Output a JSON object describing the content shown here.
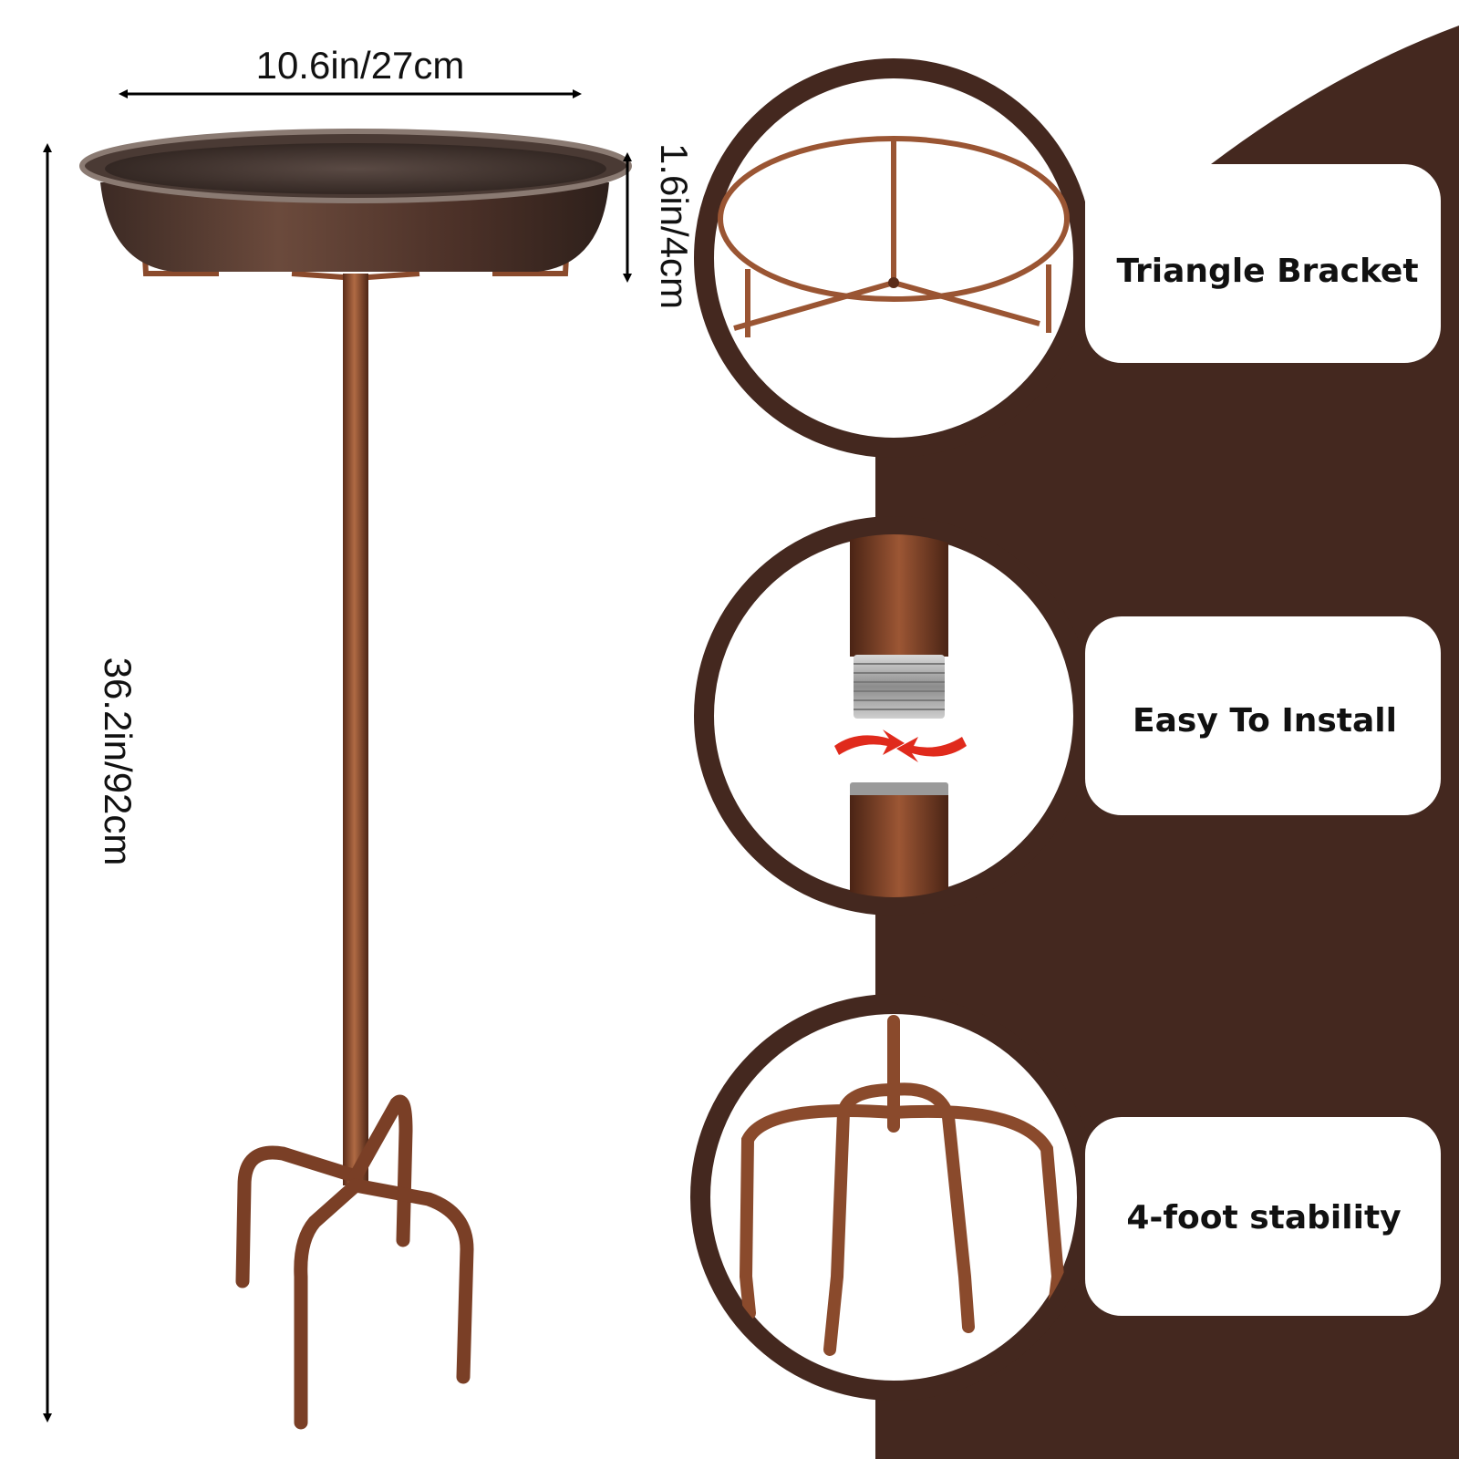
{
  "dimensions": {
    "width_label": "10.6in/27cm",
    "depth_label": "1.6in/4cm",
    "height_label": "36.2in/92cm"
  },
  "features": [
    {
      "label": "Triangle Bracket",
      "icon": "triangle-bracket-icon"
    },
    {
      "label": "Easy To Install",
      "icon": "screw-connection-icon"
    },
    {
      "label": "4-foot stability",
      "icon": "four-foot-stake-icon"
    }
  ],
  "colors": {
    "panel_brown": "#44281f",
    "bronze": "#7a3f26",
    "bronze_light": "#a8623e",
    "rotate_arrow": "#e02a1c"
  }
}
